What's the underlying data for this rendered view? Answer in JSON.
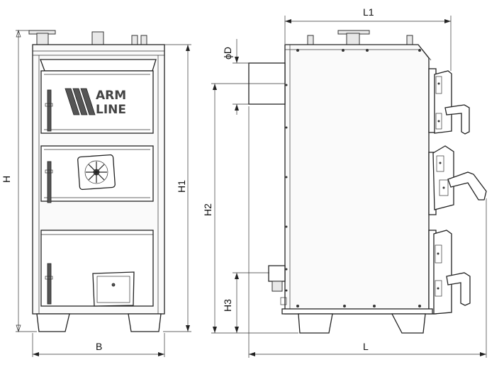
{
  "brand": {
    "logo_line1": "ARM",
    "logo_line2": "LINE"
  },
  "dimensions": {
    "height_total": "H",
    "height_outlet": "H1",
    "height_flue": "H2",
    "height_return": "H3",
    "width": "B",
    "length_total": "L",
    "length_top": "L1",
    "flue_diameter": "ϕD"
  }
}
